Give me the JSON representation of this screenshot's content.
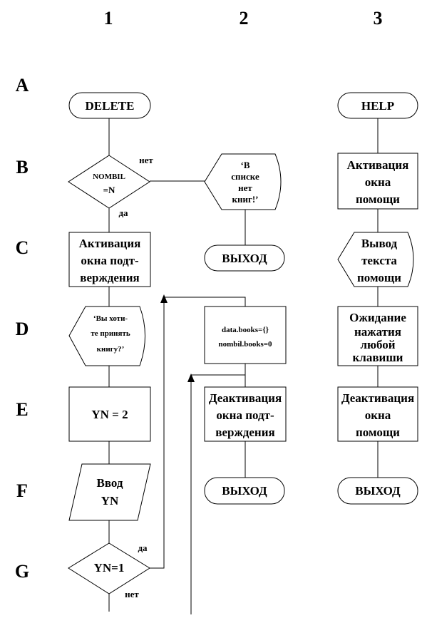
{
  "columns": [
    "1",
    "2",
    "3"
  ],
  "rows": [
    "A",
    "B",
    "C",
    "D",
    "E",
    "F",
    "G"
  ],
  "nodes": {
    "delete": "DELETE",
    "help": "HELP",
    "check_nombil": [
      "NOMBIL",
      "=N"
    ],
    "msg_no_books": [
      "‘В",
      "списке",
      "нет",
      "книг!’"
    ],
    "activate_confirm": [
      "Активация",
      "окна подт-",
      "верждения"
    ],
    "exit_1": "ВЫХОД",
    "activate_help": [
      "Активация",
      "окна",
      "помощи"
    ],
    "show_help_text": [
      "Вывод",
      "текста",
      "помощи"
    ],
    "ask_accept": [
      "‘Вы хоти-",
      "те принять",
      "книгу?’"
    ],
    "assign_books": [
      "data.books={}",
      "nombil.books=0"
    ],
    "wait_key": [
      "Ожидание",
      "нажатия",
      "любой",
      "клавиши"
    ],
    "set_yn": "YN = 2",
    "deactivate_confirm": [
      "Деактивация",
      "окна подт-",
      "верждения"
    ],
    "deactivate_help": [
      "Деактивация",
      "окна",
      "помощи"
    ],
    "input_yn": [
      "Ввод",
      "YN"
    ],
    "exit_2": "ВЫХОД",
    "exit_3": "ВЫХОД",
    "check_yn": "YN=1"
  },
  "edge_labels": {
    "b_no": "нет",
    "b_yes": "да",
    "g_yes": "да",
    "g_no": "нет"
  }
}
